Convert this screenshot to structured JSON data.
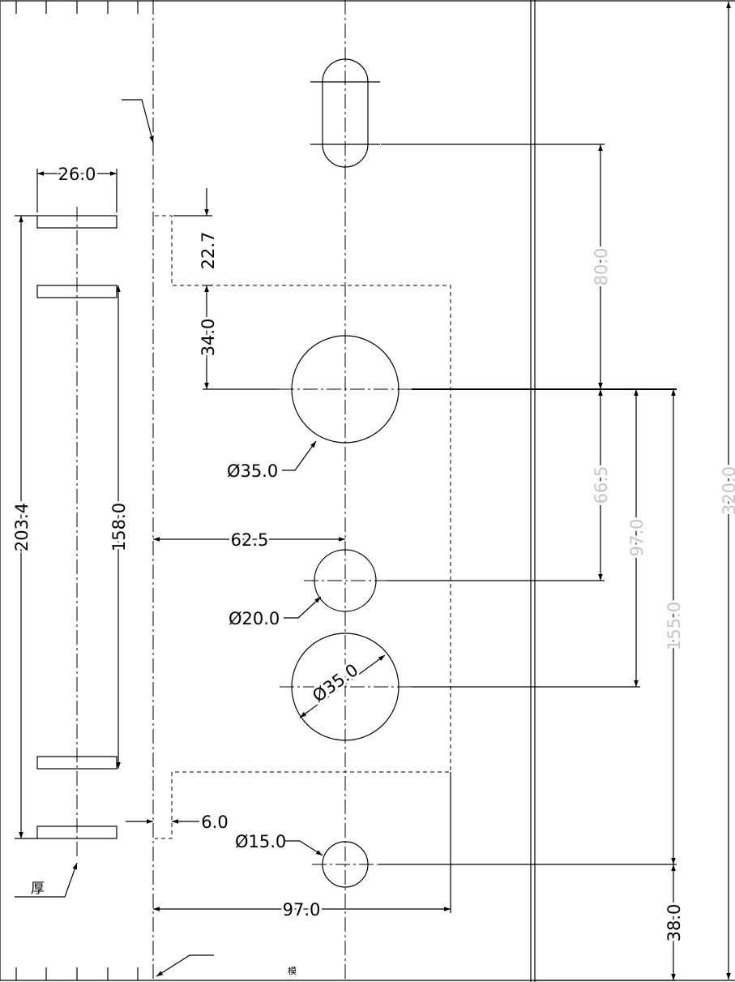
{
  "dimensions": {
    "slot_width": "26.0",
    "top_offset": "22.7",
    "first_hole": "34.0",
    "overall_left": "203.4",
    "inner_span": "158.0",
    "hole_offset": "62.5",
    "edge_gap": "6.0",
    "width_total": "97.0",
    "slot_to_hole": "80.0",
    "hole_pitch_1": "66.5",
    "hole_pitch_2": "97.0",
    "hole_pitch_3": "155.0",
    "bottom_offset": "38.0",
    "overall_height": "320.0"
  },
  "diameters": {
    "large_top": "Ø35.0",
    "small_mid": "Ø20.0",
    "large_low": "Ø35.0",
    "bottom": "Ø15.0"
  },
  "notes": {
    "thickness": "厚",
    "bottom_mark": "模"
  }
}
